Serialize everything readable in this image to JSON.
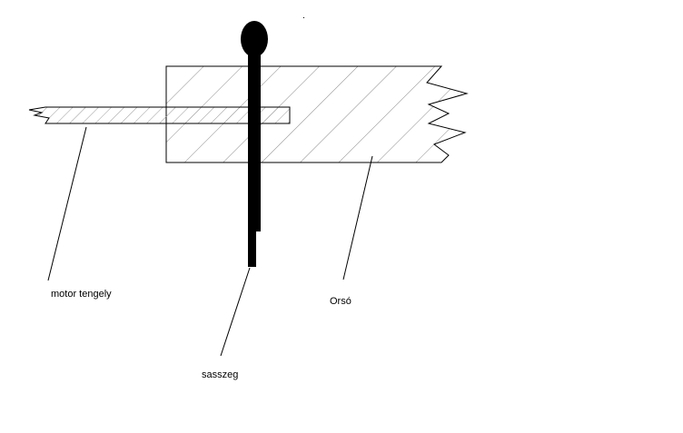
{
  "labels": {
    "motor_shaft": "motor tengely",
    "spool": "Orsó",
    "pin": "sasszeg"
  },
  "colors": {
    "line": "#000000",
    "hatch": "#8a8a8a",
    "background": "#ffffff"
  }
}
